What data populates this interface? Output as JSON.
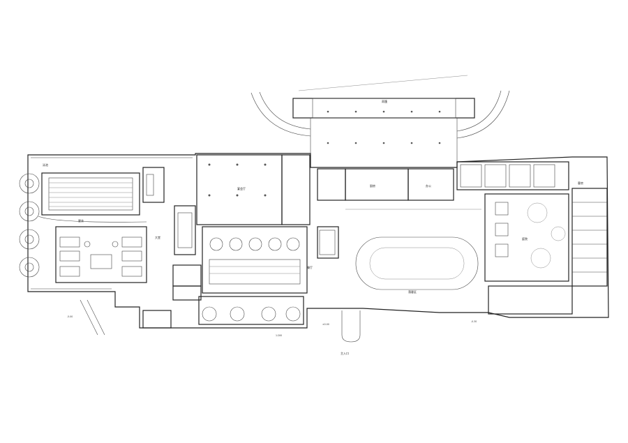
{
  "labels": {
    "canopy": "雨篷",
    "pool": "泳池",
    "locker": "更衣",
    "lobby": "大堂",
    "hall": "宴会厅",
    "restaurant": "餐厅",
    "kitchen": "厨房",
    "office": "办公",
    "dropoff": "落客区",
    "garden": "庭院",
    "room_a": "客房",
    "level_1": "-5.00",
    "level_2": "±0.00",
    "level_3": "-0.30",
    "entry": "主入口",
    "scale": "1:200"
  },
  "colors": {
    "line": "#222222",
    "background": "#ffffff"
  }
}
